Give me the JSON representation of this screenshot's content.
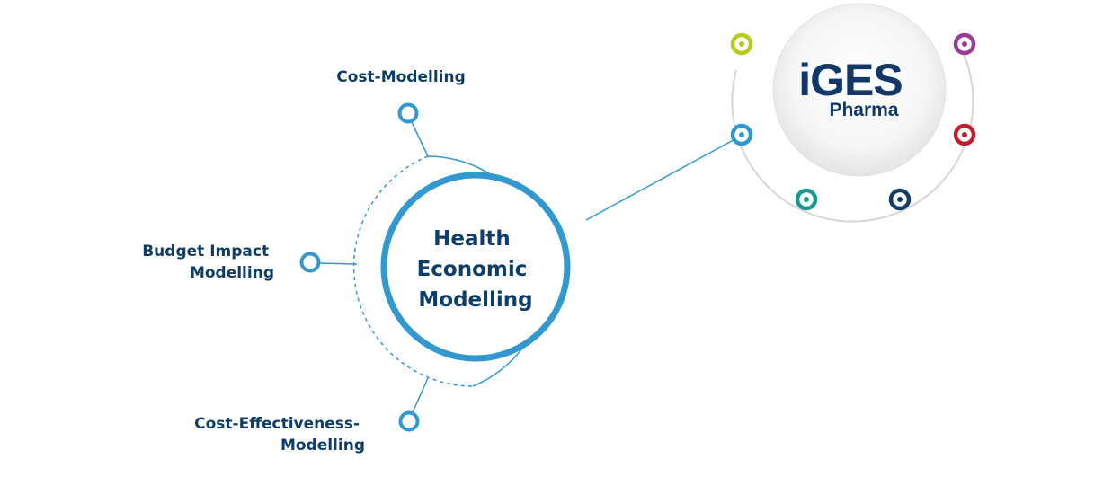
{
  "center": {
    "lines": [
      "Health",
      "Economic",
      "Modelling"
    ]
  },
  "branches": [
    {
      "lines": [
        "Cost-Modelling"
      ]
    },
    {
      "lines": [
        "Budget Impact",
        "Modelling"
      ]
    },
    {
      "lines": [
        "Cost-Effectiveness-",
        "Modelling"
      ]
    }
  ],
  "logo": {
    "main": "iGES",
    "sub": "Pharma"
  },
  "colors": {
    "primary_blue": "#3299d0",
    "dark_navy": "#0d3d6b",
    "lime": "#b5cc1b",
    "purple": "#9a3b95",
    "red": "#c01e2d",
    "teal": "#169a92",
    "navy_dot": "#143c68",
    "ring_gray": "#d6d6d6"
  }
}
